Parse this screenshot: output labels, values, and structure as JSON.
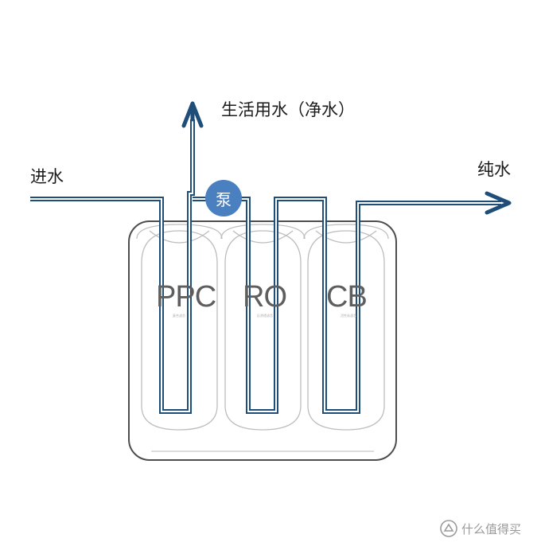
{
  "labels": {
    "water_in": "进水",
    "domestic_water": "生活用水（净水）",
    "pure_water": "纯水",
    "pump": "泵"
  },
  "cartridges": [
    {
      "code": "PPC",
      "subtitle": "复合滤芯"
    },
    {
      "code": "RO",
      "subtitle": "反渗透滤芯"
    },
    {
      "code": "CB",
      "subtitle": "活性炭滤芯"
    }
  ],
  "watermark": {
    "text": "什么值得买"
  },
  "colors": {
    "pipe": "#1f4e79",
    "pump": "#4a7fc0",
    "outline": "#555555"
  }
}
